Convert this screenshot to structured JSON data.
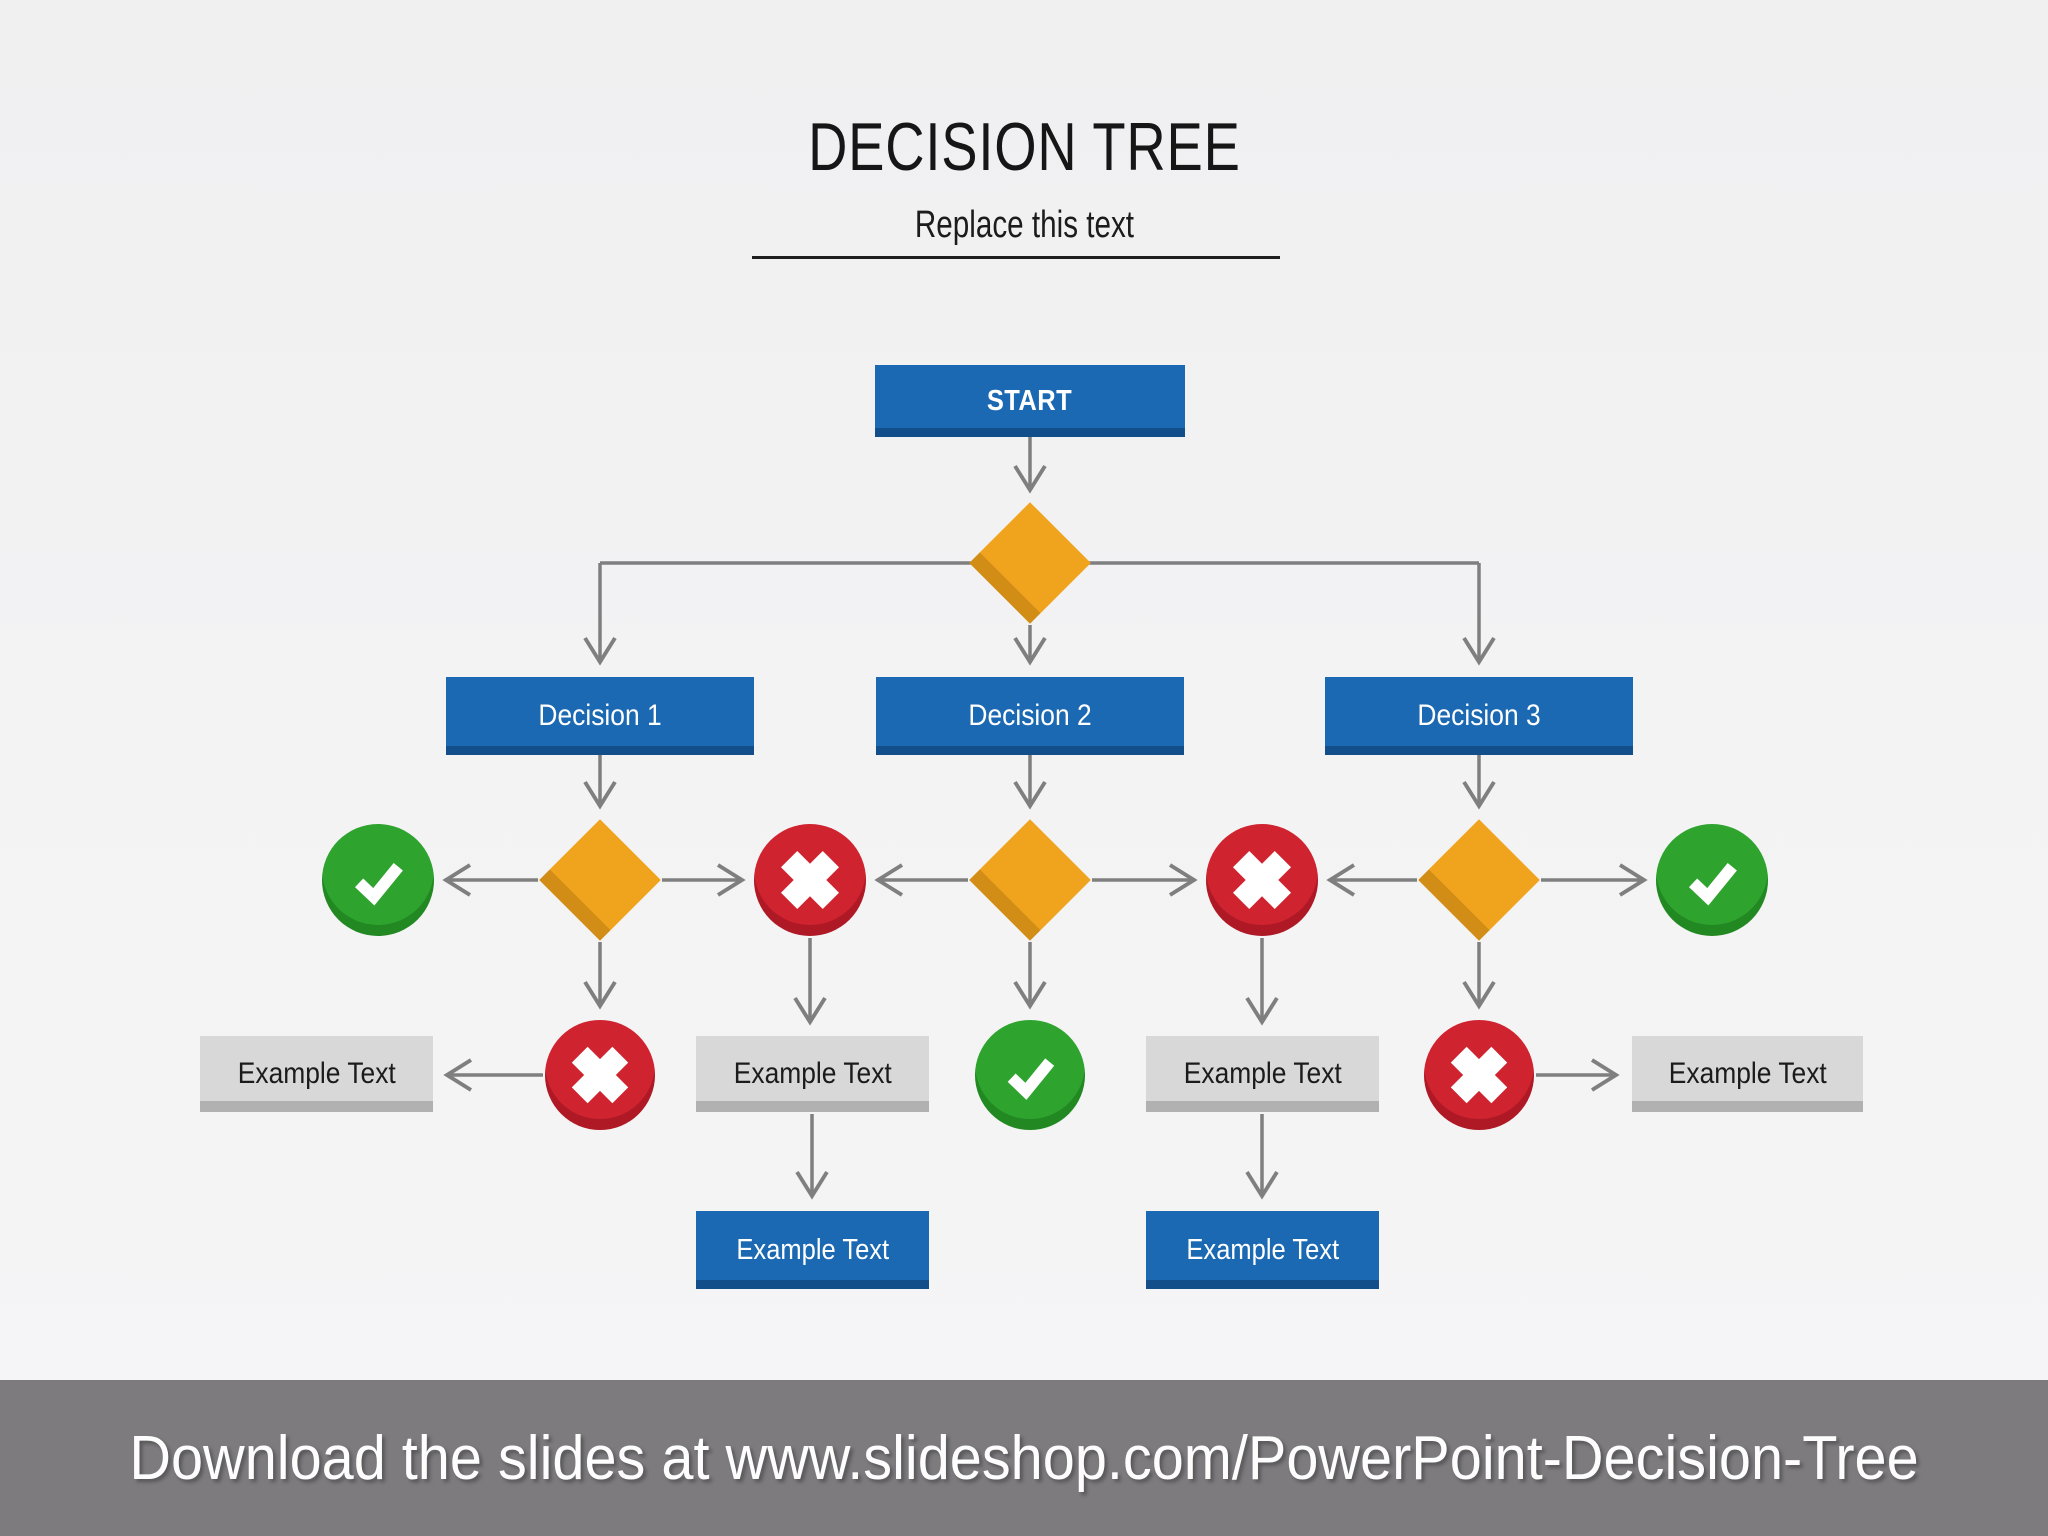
{
  "slide": {
    "title": "DECISION TREE",
    "subtitle": "Replace this text",
    "footer": "Download the slides at www.slideshop.com/PowerPoint-Decision-Tree"
  },
  "diagram": {
    "start_label": "START",
    "decisions": [
      "Decision 1",
      "Decision 2",
      "Decision 3"
    ],
    "gray_boxes": [
      "Example Text",
      "Example Text",
      "Example Text",
      "Example Text"
    ],
    "blue_boxes": [
      "Example Text",
      "Example Text"
    ],
    "icons": {
      "check": "✔",
      "cross": "✖"
    }
  },
  "colors": {
    "accent_blue": "#1b69b2",
    "diamond_orange": "#f0a41e",
    "check_green": "#2ea32e",
    "cross_red": "#d02330",
    "connector_gray": "#7f7f7f",
    "gray_box": "#d9d8d9",
    "footer_bar": "#7d7b7e",
    "background": "#f2f2f3"
  }
}
